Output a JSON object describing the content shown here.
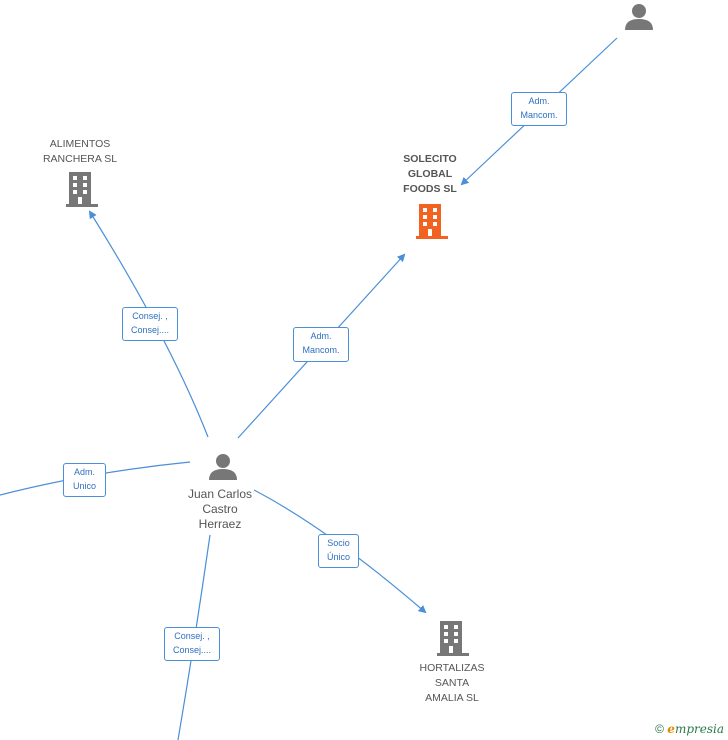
{
  "colors": {
    "edge": "#4a8fd8",
    "person_icon": "#777777",
    "company_icon": "#777777",
    "focus_company_icon": "#f26322",
    "label_text": "#555555",
    "edge_label_text": "#2f6fc0"
  },
  "nodes": {
    "top_person": {
      "name": "",
      "icon": "person-icon"
    },
    "solecito": {
      "name": "SOLECITO\nGLOBAL\nFOODS SL",
      "icon": "building-icon"
    },
    "alimentos": {
      "name": "ALIMENTOS\nRANCHERA SL",
      "icon": "building-icon"
    },
    "juan": {
      "name": "Juan Carlos\nCastro\nHerraez",
      "icon": "person-icon"
    },
    "hortalizas": {
      "name": "HORTALIZAS\nSANTA\nAMALIA SL",
      "icon": "building-icon"
    }
  },
  "edges": {
    "top_to_solecito": {
      "line1": "Adm.",
      "line2": "Mancom."
    },
    "juan_to_solecito": {
      "line1": "Adm.",
      "line2": "Mancom."
    },
    "juan_to_alimentos": {
      "line1": "Consej. ,",
      "line2": "Consej...."
    },
    "left_to_juan": {
      "line1": "Adm.",
      "line2": "Unico"
    },
    "juan_to_hortalizas": {
      "line1": "Socio",
      "line2": "Único"
    },
    "bottom_to_juan": {
      "line1": "Consej. ,",
      "line2": "Consej...."
    }
  },
  "brand": {
    "copyright": "©",
    "name_initial": "e",
    "name_rest": "mpresia"
  }
}
